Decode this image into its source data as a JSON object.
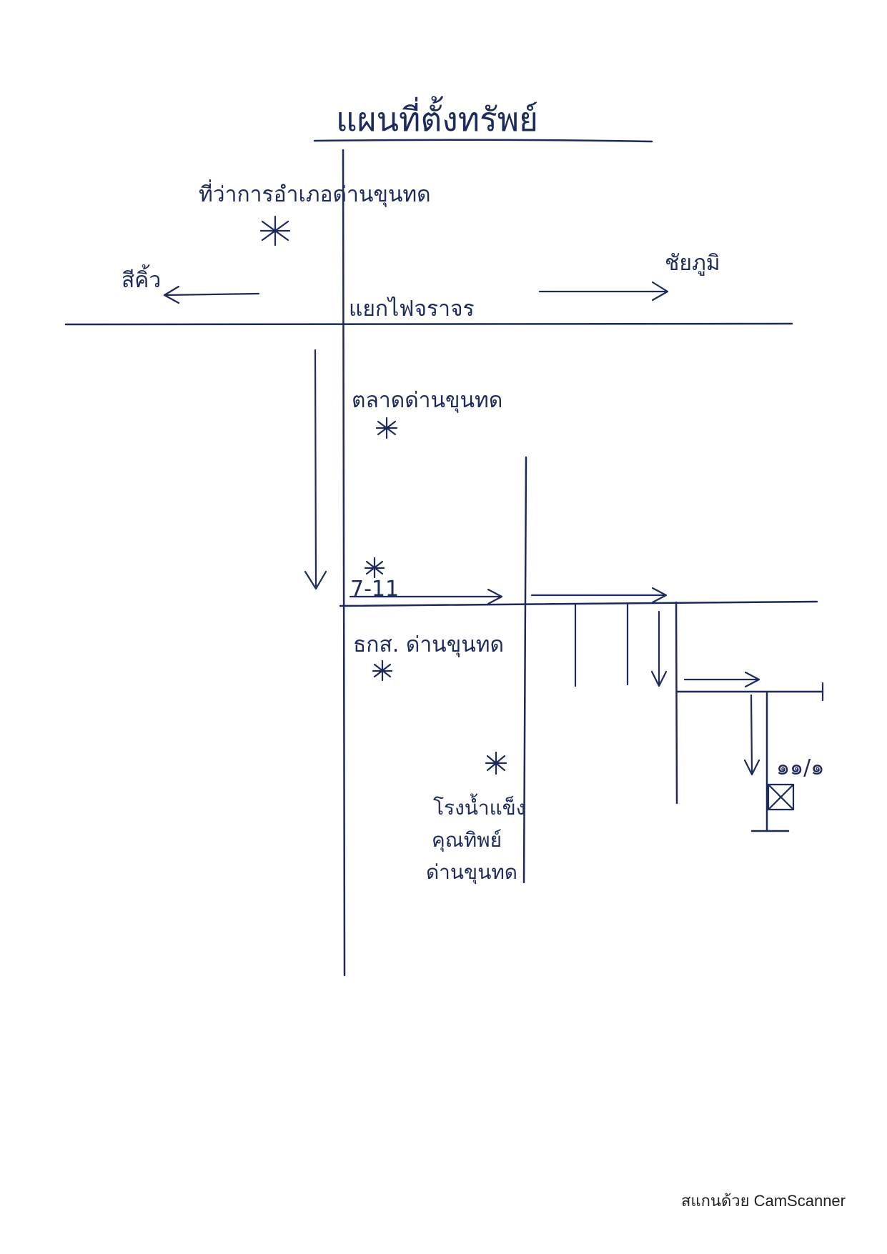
{
  "title": "แผนที่ตั้งทรัพย์",
  "landmarks": {
    "district_office": "ที่ว่าการอำเภอด่านขุนทด",
    "market": "ตลาดด่านขุนทด",
    "seven_eleven": "7-11",
    "bank": "ธกส. ด่านขุนทด",
    "ice_factory_line1": "โรงน้ำแข็ง",
    "ice_factory_line2": "คุณทิพย์",
    "ice_factory_line3": "ด่านขุนทด"
  },
  "directions": {
    "left": "สีคิ้ว",
    "right": "ชัยภูมิ"
  },
  "intersection": "แยกไฟจราจร",
  "property": {
    "number": "๑๑/๑"
  },
  "footer": "สแกนด้วย CamScanner",
  "colors": {
    "ink": "#1d2a5c",
    "paper": "#ffffff"
  },
  "icons": {
    "landmark_marker": "asterisk-icon",
    "property_marker": "boxed-x-icon"
  }
}
